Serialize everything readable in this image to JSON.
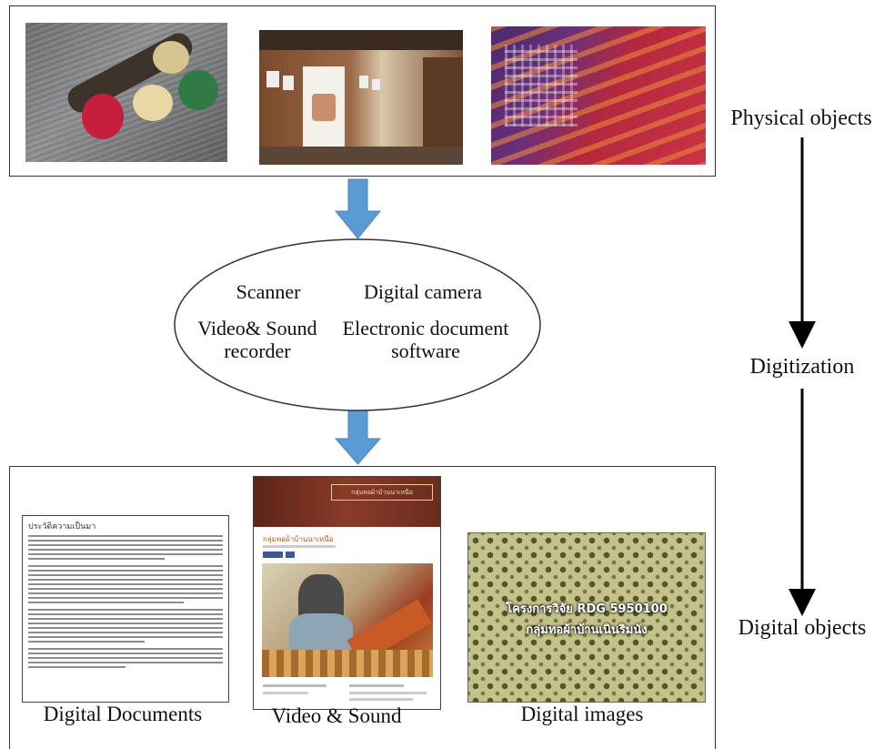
{
  "right_labels": {
    "physical": "Physical objects",
    "digitization": "Digitization",
    "digital": "Digital objects"
  },
  "ellipse": {
    "scanner": "Scanner",
    "camera": "Digital camera",
    "video_line1": "Video& Sound",
    "video_line2": "recorder",
    "software_line1": "Electronic document",
    "software_line2": "software"
  },
  "bottom_labels": {
    "documents": "Digital Documents",
    "video": "Video & Sound",
    "images": "Digital images"
  },
  "document_heading": "ประวัติความเป็นมา",
  "web_page": {
    "banner": "กลุ่มทอผ้าบ้านนาเหนือ",
    "heading": "กลุ่มทอผ้าบ้านนาเหนือ"
  },
  "image_overlay": {
    "line1": "โครงการวิจัย RDG 5950100",
    "line2": "กลุ่มทอผ้าบ้านเนินริมนัง"
  },
  "colors": {
    "arrow_fill": "#5b9bd5",
    "arrow_stroke": "#4a86c0",
    "border": "#333333"
  }
}
